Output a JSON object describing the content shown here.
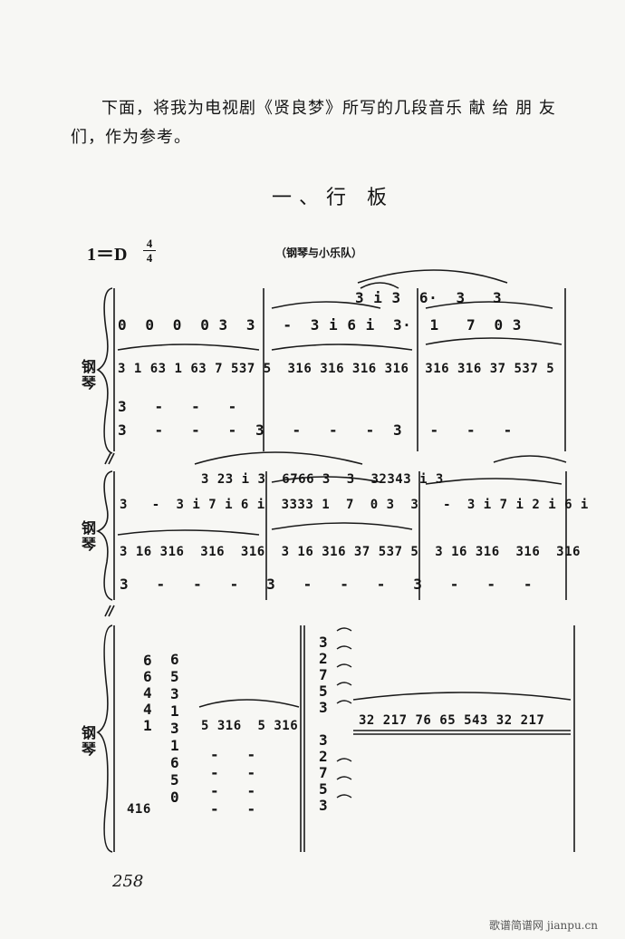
{
  "intro": {
    "line1": "下面，将我为电视剧《贤良梦》所写的几段音乐 献 给 朋 友",
    "line2": "们，作为参考。"
  },
  "section_title": "一、行  板",
  "key_signature": "1＝D",
  "time_signature": {
    "top": "4",
    "bottom": "4"
  },
  "instrumentation_note": "（钢琴与小乐队）",
  "instrument_label": "钢琴",
  "systems": [
    {
      "top_melody": "3 i 3  6·  3   3",
      "melody": "0  0  0  0 3  3   -  3 i 6 i  3·  1   7  0 3",
      "accomp": "3 1 63 1 63 7 537 5  316 316 316 316  316 316 37 537 5",
      "bass_top": "3   -   -   -",
      "bass": "3   -   -   -  3   -   -   -  3   -   -   -"
    },
    {
      "top_melody": "3 23 i 3  6766 3  3  32343 i 3",
      "melody": "3   -  3 i 7 i 6 i  3333 1  7  0 3  3   -  3 i 7 i 2 i 6 i",
      "accomp": "3 16 316  316  316  3 16 316 37 537 5  3 16 316  316  316",
      "bass": "3   -   -   -   3   -   -   -   3   -   -   -"
    },
    {
      "chord_stack_a": [
        "6",
        "6",
        "4",
        "4",
        "1"
      ],
      "chord_stack_b": [
        "6",
        "5",
        "3",
        "1",
        "3",
        "1",
        "6",
        "5",
        "0"
      ],
      "figure": "5 316  5 316",
      "chord_stack_c": [
        "3",
        "2",
        "7",
        "5",
        "3",
        "3",
        "2",
        "7",
        "5",
        "3"
      ],
      "run": "32 217 76 65 543 32 217",
      "bass": "416",
      "rests": "-   -"
    }
  ],
  "page_number": "258",
  "watermark": "歌谱简谱网 jianpu.cn"
}
